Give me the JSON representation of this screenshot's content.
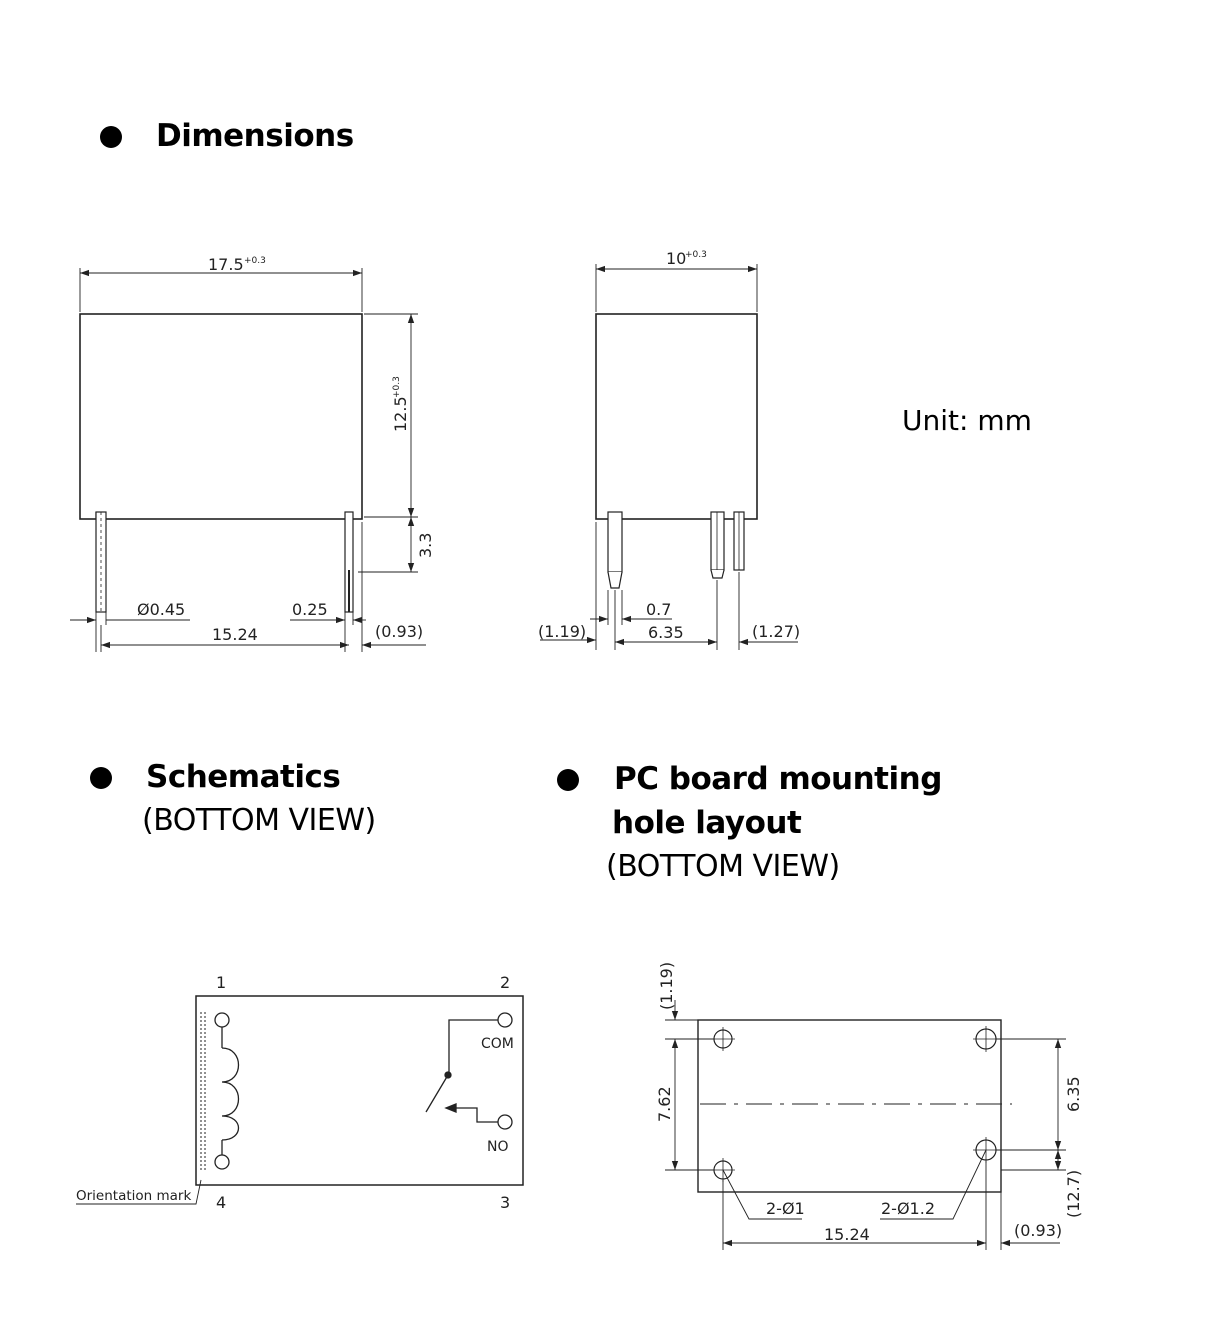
{
  "sections": {
    "dimensions": {
      "title": "Dimensions"
    },
    "schematics": {
      "title": "Schematics",
      "subtitle": "(BOTTOM VIEW)"
    },
    "pcb": {
      "title_line1": "PC board mounting",
      "title_line2": "hole layout",
      "subtitle": "(BOTTOM VIEW)"
    }
  },
  "unit_label": "Unit: mm",
  "front_view": {
    "width": "17.5",
    "width_tol": "+0.3",
    "height": "12.5",
    "height_tol": "+0.3",
    "pin_length": "3.3",
    "pin_dia": "Ø0.45",
    "pin_thick": "0.25",
    "pin_pitch": "15.24",
    "offset": "(0.93)"
  },
  "side_view": {
    "width": "10",
    "width_tol": "+0.3",
    "left_offset": "(1.19)",
    "pin_width": "0.7",
    "pin_pitch": "6.35",
    "right_offset": "(1.27)"
  },
  "schematic": {
    "pin1": "1",
    "pin2": "2",
    "pin3": "3",
    "pin4": "4",
    "com": "COM",
    "no": "NO",
    "orientation": "Orientation mark"
  },
  "pcb_layout": {
    "top_offset": "(1.19)",
    "height": "7.62",
    "right_height": "6.35",
    "bottom_offset": "(12.7)",
    "hole_small": "2-Ø1",
    "hole_large": "2-Ø1.2",
    "pitch": "15.24",
    "right_offset": "(0.93)"
  }
}
